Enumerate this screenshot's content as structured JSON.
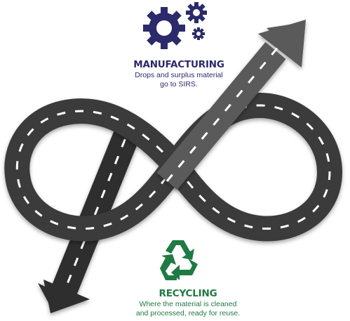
{
  "manufacturing": {
    "title": "MANUFACTURING",
    "description_line1": "Drops and surplus material",
    "description_line2": "go to SIRS.",
    "icon": "gears-icon",
    "color": "#2b2a6b"
  },
  "recycling": {
    "title": "RECYCLING",
    "description_line1": "Where the material is cleaned",
    "description_line2": "and processed, ready for reuse.",
    "icon": "recycle-icon",
    "color": "#1f7a43"
  },
  "road": {
    "loop_color": "#3a3a3a",
    "up_arrow_color": "#5a5a5a",
    "down_arrow_color": "#2e2e2e",
    "lane_marking_color": "#ffffff"
  }
}
